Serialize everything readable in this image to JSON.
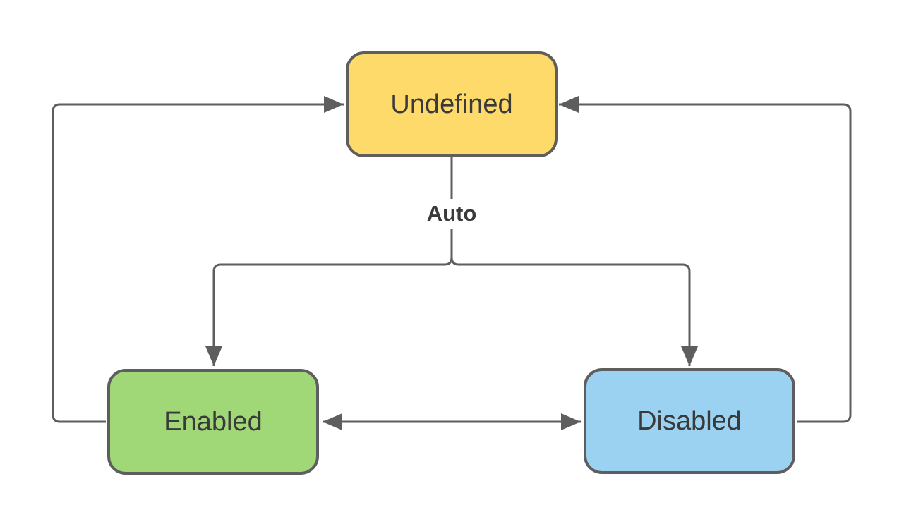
{
  "diagram": {
    "type": "state-diagram",
    "nodes": [
      {
        "id": "undefined",
        "label": "Undefined",
        "fill": "#FDDA6A",
        "border": "#5E5E5E"
      },
      {
        "id": "enabled",
        "label": "Enabled",
        "fill": "#A0D878",
        "border": "#5E5E5E"
      },
      {
        "id": "disabled",
        "label": "Disabled",
        "fill": "#9BD2F2",
        "border": "#5E5E5E"
      }
    ],
    "edge_label": "Auto",
    "edges": [
      {
        "from": "Enabled",
        "to": "Undefined",
        "label": "",
        "bidirectional": false
      },
      {
        "from": "Disabled",
        "to": "Undefined",
        "label": "",
        "bidirectional": false
      },
      {
        "from": "Undefined",
        "to": "Enabled",
        "label": "Auto",
        "bidirectional": false
      },
      {
        "from": "Undefined",
        "to": "Disabled",
        "label": "Auto",
        "bidirectional": false
      },
      {
        "from": "Enabled",
        "to": "Disabled",
        "label": "",
        "bidirectional": true
      }
    ],
    "colors": {
      "stroke": "#5E5E5E",
      "text": "#3A3A3A",
      "background": "#FFFFFF"
    }
  }
}
